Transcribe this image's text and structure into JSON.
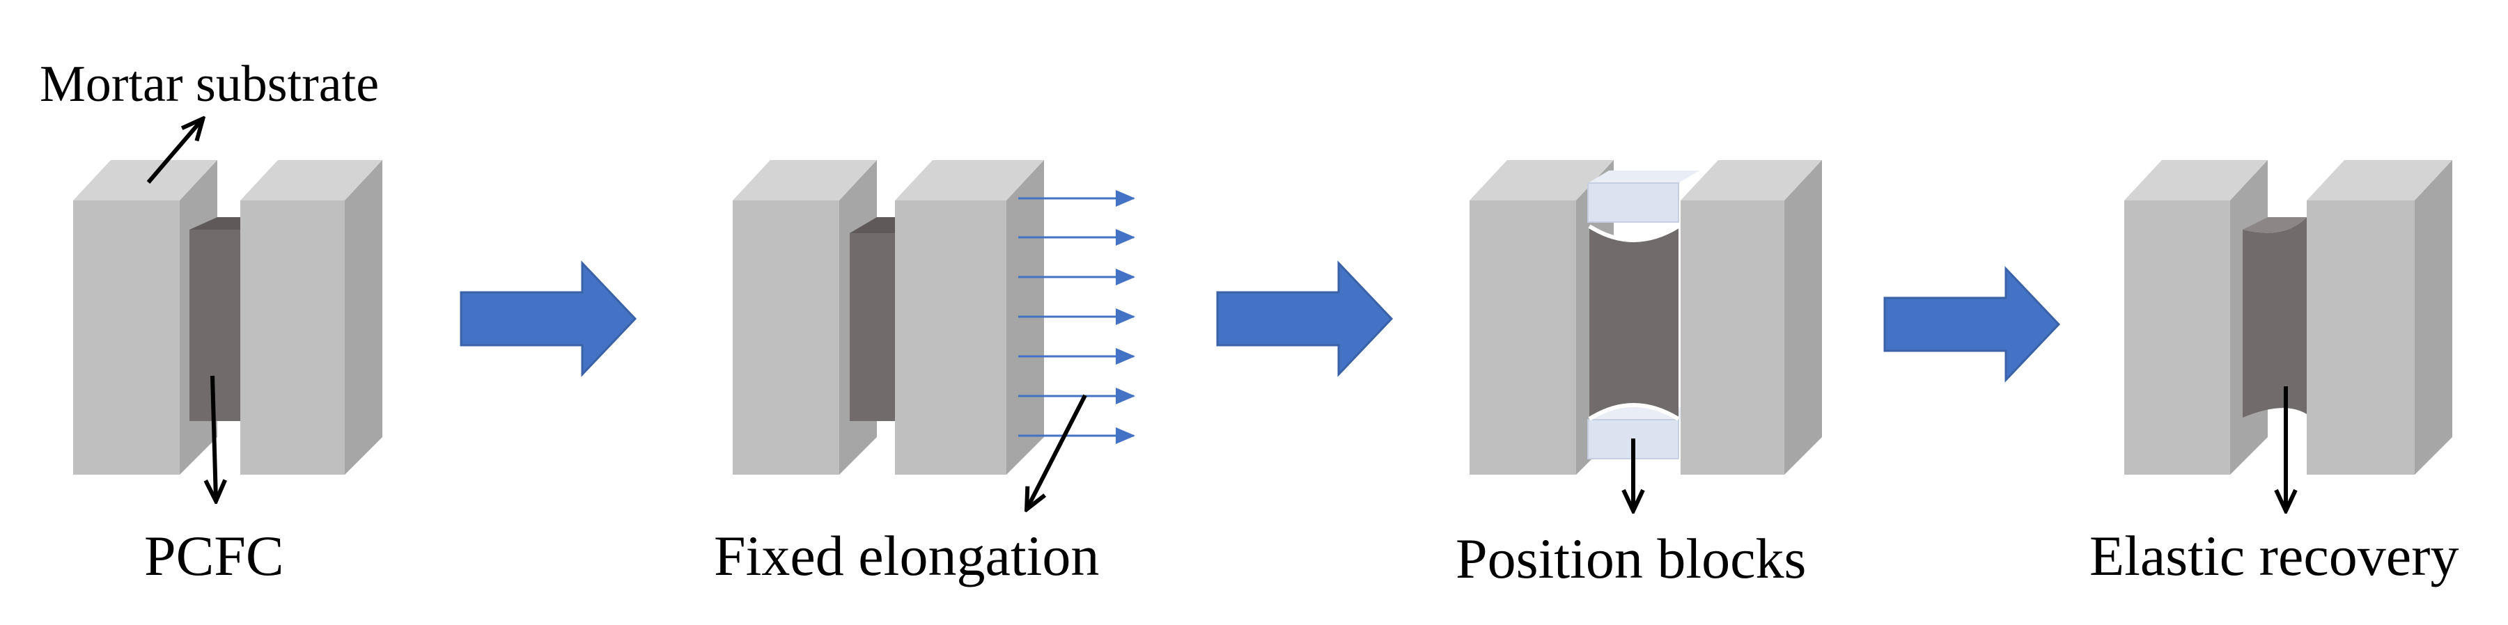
{
  "labels": {
    "mortar_substrate": "Mortar substrate",
    "pcfc": "PCFC",
    "fixed_elongation": "Fixed elongation",
    "position_blocks": "Position blocks",
    "elastic_recovery": "Elastic recovery"
  },
  "colors": {
    "block_front": "#bfbfbf",
    "block_side": "#a6a6a6",
    "block_top": "#d4d4d4",
    "sealant": "#716b6b",
    "sealant_side": "#8c8686",
    "process_arrow": "#4472c4",
    "pull_arrow": "#4472c4",
    "position_block": "#dbe3f1",
    "pointer": "#000000"
  }
}
